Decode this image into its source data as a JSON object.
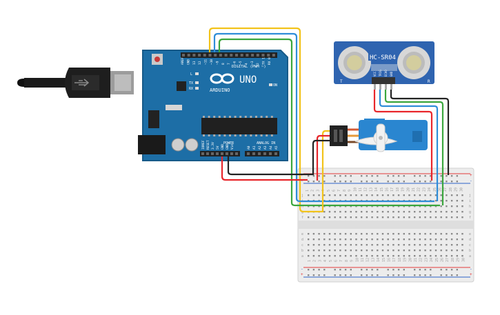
{
  "arduino": {
    "brand": "ARDUINO",
    "model": "UNO",
    "digital_label": "DIGITAL (PWM ~)",
    "power_label": "POWER",
    "analog_label": "ANALOG IN",
    "on_label": "ON",
    "l_label": "L",
    "tx_label": "TX",
    "rx_label": "RX",
    "top_pin_labels": [
      "AREF",
      "GND",
      "13",
      "12",
      "~11",
      "~10",
      "~9",
      "8",
      "7",
      "~6",
      "~5",
      "4",
      "~3",
      "2",
      "TX 1",
      "RX 0"
    ],
    "power_pin_labels": [
      "IOREF",
      "RESET",
      "3.3V",
      "5V",
      "GND",
      "GND",
      "Vin"
    ],
    "analog_pin_labels": [
      "A0",
      "A1",
      "A2",
      "A3",
      "A4",
      "A5"
    ]
  },
  "sensor": {
    "name": "HC-SR04",
    "left_mark": "T",
    "right_mark": "R",
    "pin_labels": [
      "VCC",
      "TRIG",
      "ECHO",
      "GND"
    ]
  },
  "breadboard": {
    "row_letters_top": [
      "j",
      "i",
      "h",
      "g",
      "f"
    ],
    "row_letters_bottom": [
      "e",
      "d",
      "c",
      "b",
      "a"
    ],
    "column_numbers": [
      "1",
      "2",
      "3",
      "4",
      "5",
      "6",
      "7",
      "8",
      "9",
      "10",
      "11",
      "12",
      "13",
      "14",
      "15",
      "16",
      "17",
      "18",
      "19",
      "20",
      "21",
      "22",
      "23",
      "24",
      "25",
      "26",
      "27",
      "28",
      "29",
      "30"
    ],
    "rail_plus": "+",
    "rail_minus": "-"
  },
  "colors": {
    "board": "#1b6fa8",
    "sensor_board": "#2f64b0",
    "breadboard": "#eeeeee",
    "wire_red": "#e8262b",
    "wire_black": "#222222",
    "wire_yellow": "#f2c31a",
    "wire_blue": "#2e8dd8",
    "wire_green": "#3aa63d",
    "servo": "#2a86d0"
  },
  "icons": [
    "usb-plug-icon",
    "arduino-infinity-logo-icon",
    "servo-motor-icon",
    "ultrasonic-transducer-icon"
  ]
}
